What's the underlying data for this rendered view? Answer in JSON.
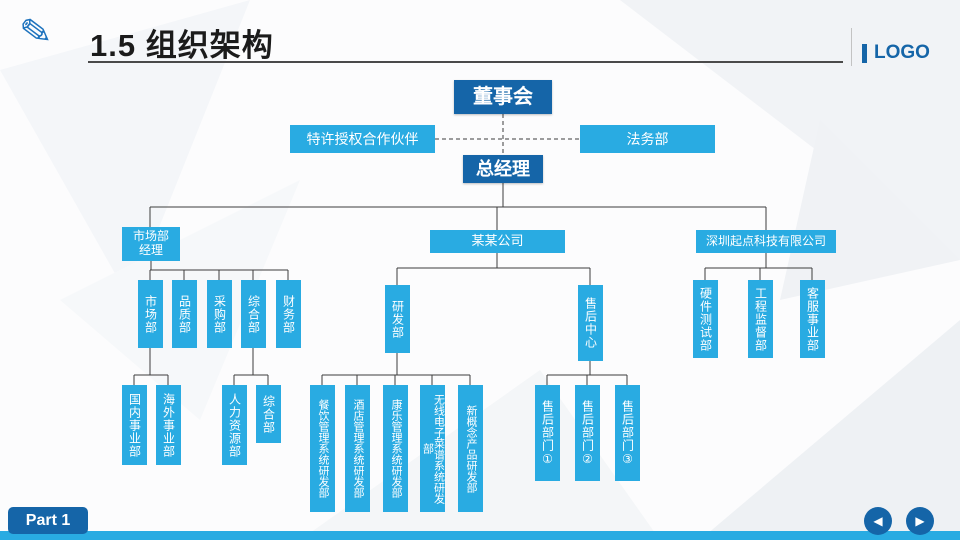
{
  "header": {
    "title": "1.5 组织架构",
    "logo": "LOGO"
  },
  "icons": {
    "pencil": "✎",
    "prev": "◀",
    "next": "▶"
  },
  "footer": {
    "part": "Part 1"
  },
  "org": {
    "board": "董事会",
    "franchise": "特许授权合作伙伴",
    "legal": "法务部",
    "gm": "总经理",
    "mkt_mgr": "市场部\n经理",
    "company_a": "某某公司",
    "company_b": "深圳起点科技有限公司",
    "mkt_depts": [
      "市场部",
      "品质部",
      "采购部",
      "综合部",
      "财务部"
    ],
    "mkt_sub_market": [
      "国内事业部",
      "海外事业部"
    ],
    "mkt_sub_general": [
      "人力资源部",
      "综合部"
    ],
    "rd": "研发部",
    "after_sales_center": "售后中心",
    "rd_depts": [
      "餐饮管理系统研发部",
      "酒店管理系统研发部",
      "康乐管理系统研发部",
      "无线电子菜谱系统研发部",
      "新概念产品研发部"
    ],
    "after_sales_depts": [
      "售后部门①",
      "售后部门②",
      "售后部门③"
    ],
    "company_b_depts": [
      "硬件测试部",
      "工程监督部",
      "客服事业部"
    ]
  }
}
